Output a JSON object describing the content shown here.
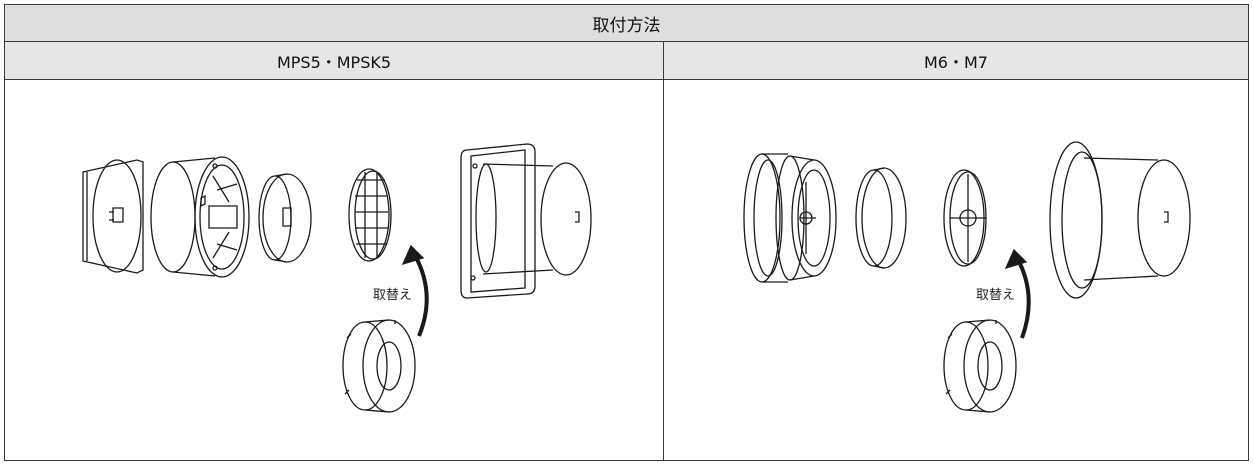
{
  "header": {
    "title": "取付方法"
  },
  "columns": [
    {
      "label": "MPS5・MPSK5",
      "replace_label": "取替え"
    },
    {
      "label": "M6・M7",
      "replace_label": "取替え"
    }
  ]
}
